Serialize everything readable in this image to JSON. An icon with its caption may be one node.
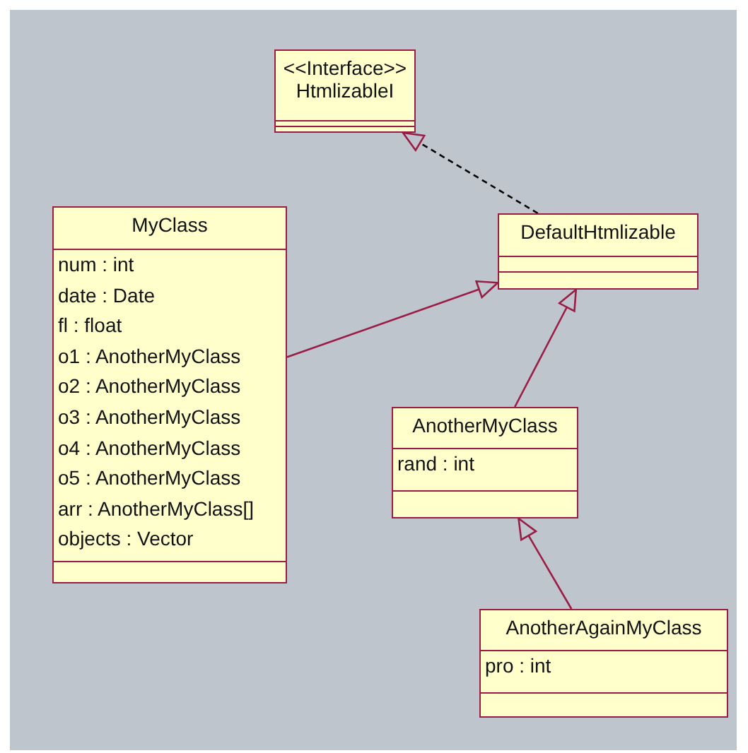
{
  "diagram": {
    "nodes": [
      {
        "text": [
          "<<Interface>>",
          "HtmlizableI"
        ]
      },
      {
        "text": [
          "DefaultHtmlizable"
        ]
      },
      {
        "text": [
          "MyClass",
          "num : int",
          "date : Date",
          "fl : float",
          "o1 : AnotherMyClass",
          "o2 : AnotherMyClass",
          "o3 : AnotherMyClass",
          "o4 : AnotherMyClass",
          "o5 : AnotherMyClass",
          "arr : AnotherMyClass[]",
          "objects : Vector"
        ]
      },
      {
        "text": [
          "AnotherMyClass",
          "rand : int"
        ]
      },
      {
        "text": [
          "AnotherAgainMyClass",
          "pro : int"
        ]
      }
    ],
    "edges": [
      {
        "from": 1,
        "to": 0,
        "arrow": "to",
        "style": "dashed",
        "color": "#000000"
      },
      {
        "from": 2,
        "to": 1,
        "arrow": "to"
      },
      {
        "from": 3,
        "to": 1,
        "arrow": "to"
      },
      {
        "from": 4,
        "to": 3,
        "arrow": "to"
      }
    ]
  }
}
